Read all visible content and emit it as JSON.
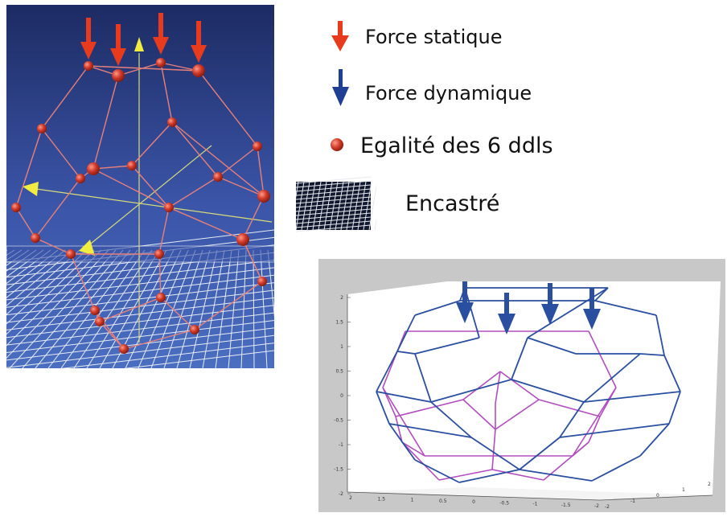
{
  "legend": {
    "static_force": "Force statique",
    "dynamic_force": "Force dynamique",
    "dof_equality": "Egalité des 6 ddls",
    "clamped": "Encastré",
    "static_color": "#e83b1e",
    "dynamic_color": "#1f3f95",
    "node_color": "#d23a2a"
  },
  "matlab_plot": {
    "y_ticks": [
      "2",
      "1.5",
      "1",
      "0.5",
      "0",
      "-0.5",
      "-1",
      "-1.5",
      "-2"
    ],
    "x_ticks": [
      "2",
      "1.5",
      "1",
      "0.5",
      "0",
      "-0.5",
      "-1",
      "-1.5",
      "-2"
    ],
    "z_ticks": [
      "-2",
      "-1",
      "0",
      "1",
      "2"
    ],
    "deformed_color": "#2a4ea0",
    "original_color": "#b24dbf"
  }
}
